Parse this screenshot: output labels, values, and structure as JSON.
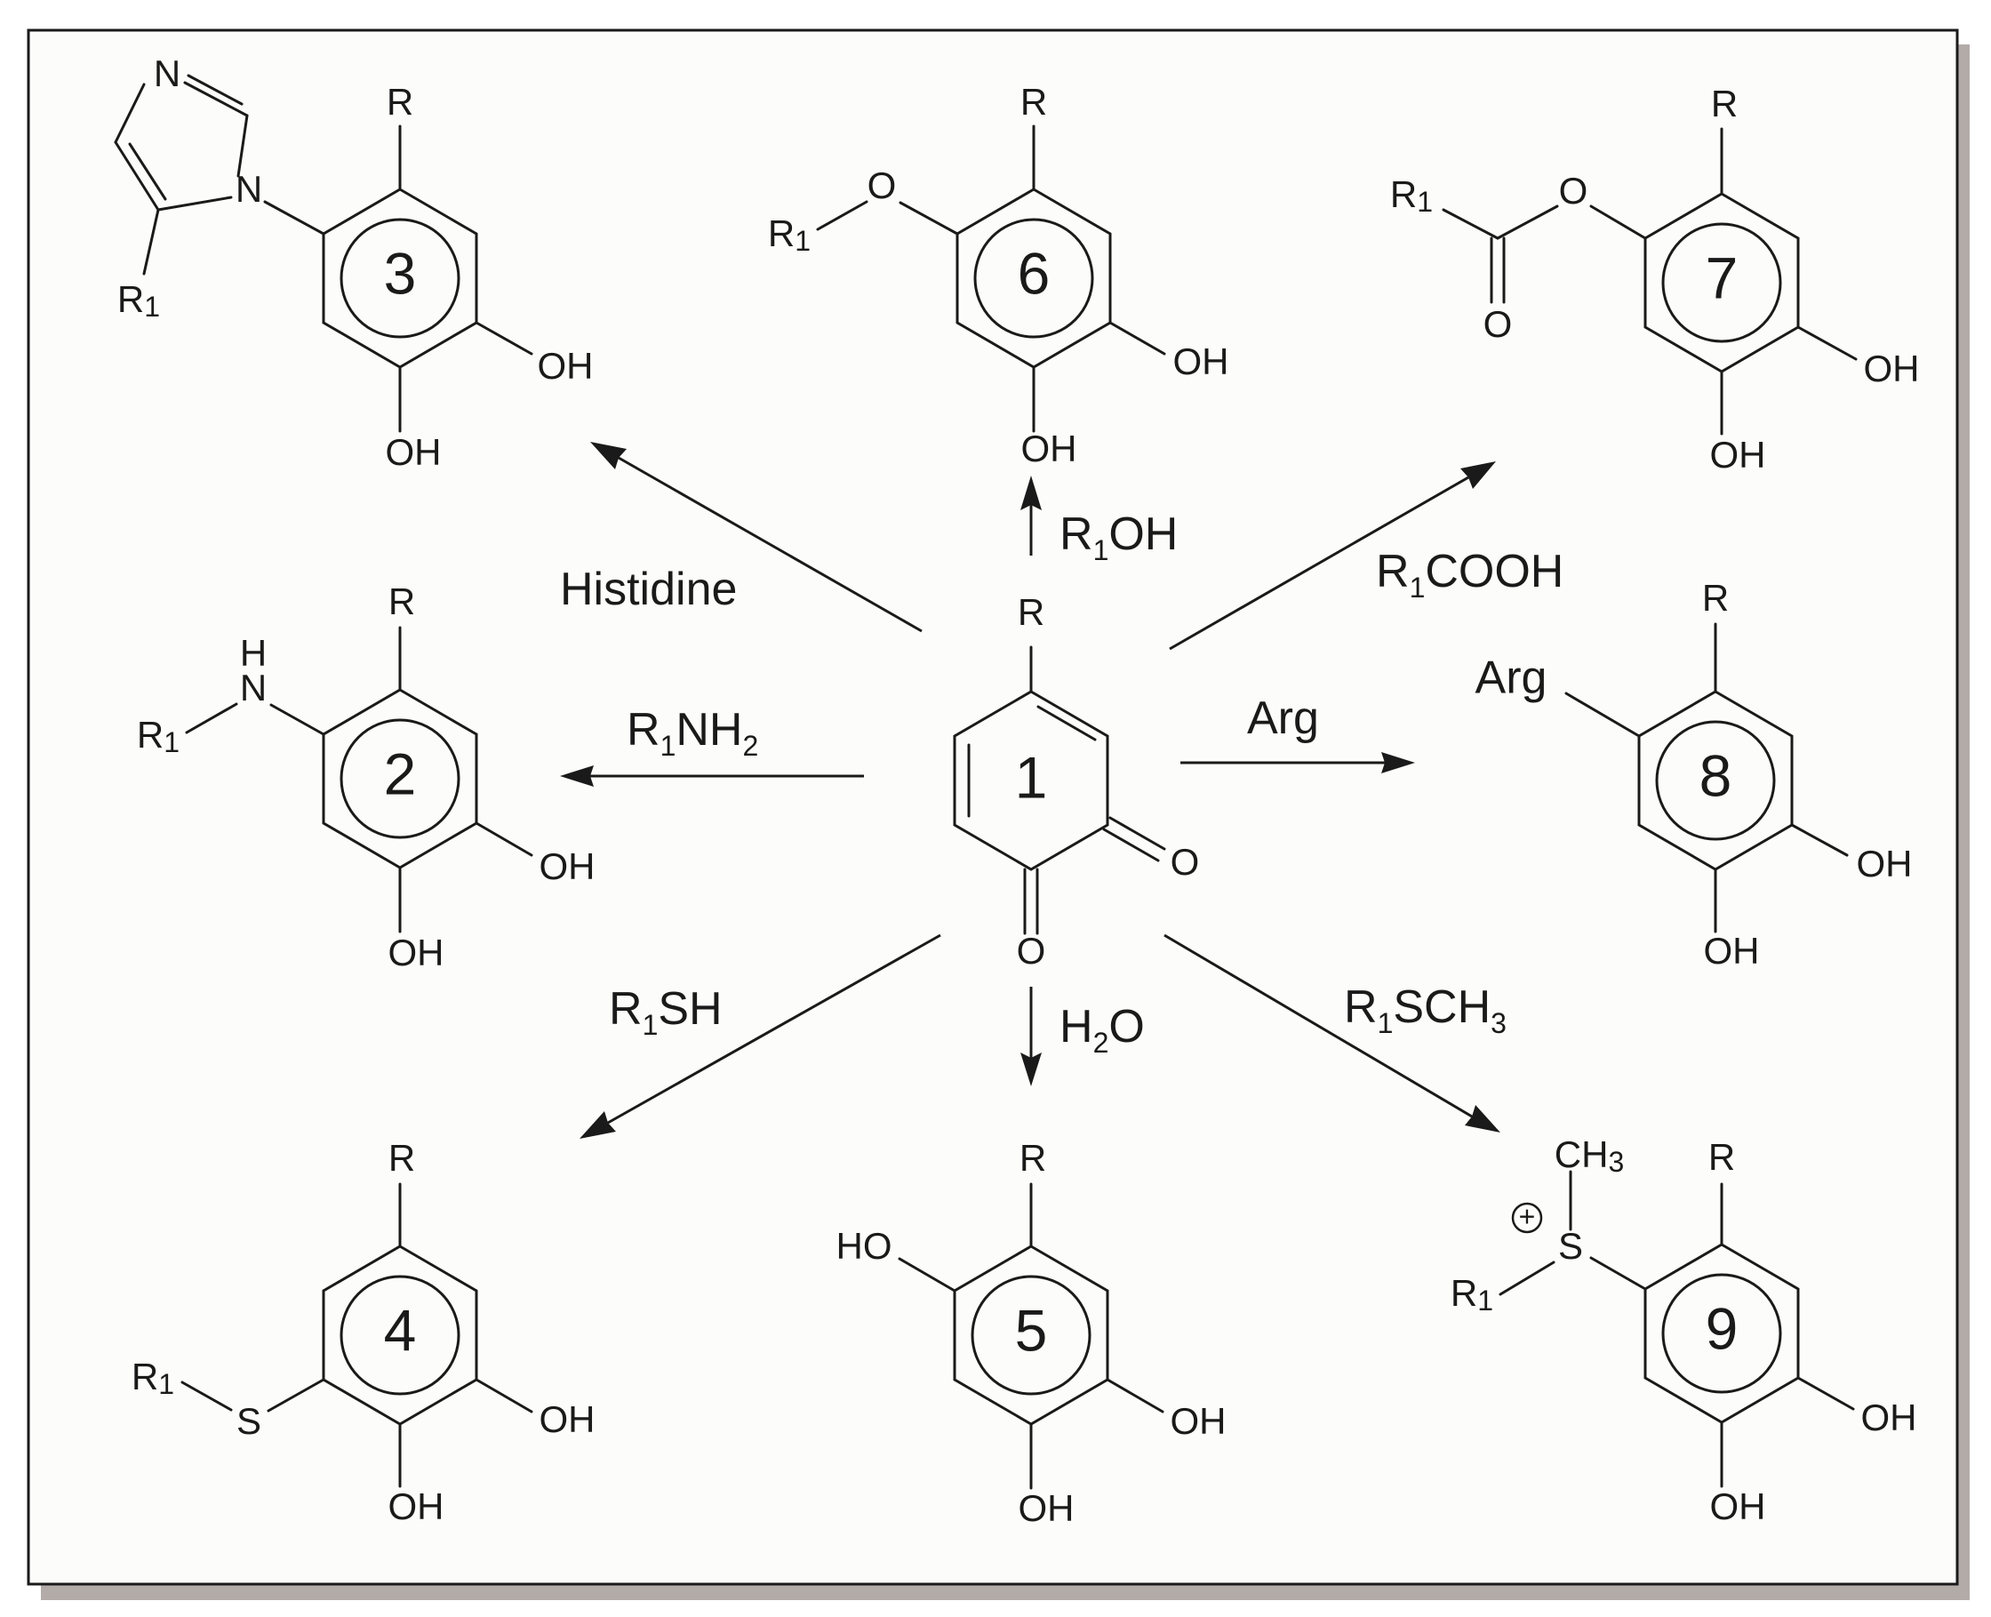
{
  "center": {
    "number": "1",
    "substituent": "R",
    "oxo_left": "O",
    "oxo_right": "O"
  },
  "products": [
    {
      "number": "2",
      "reagent": [
        "R",
        "1",
        "NH",
        "2",
        ""
      ],
      "labels": {
        "r": "R",
        "r1": "R",
        "r1_sub": "1",
        "amine_h": "H",
        "amine_n": "N",
        "oh_a": "OH",
        "oh_b": "OH"
      }
    },
    {
      "number": "3",
      "reagent": [
        "Histidine"
      ],
      "labels": {
        "r": "R",
        "r1": "R",
        "r1_sub": "1",
        "n_top": "N",
        "n_ring": "N",
        "oh_a": "OH",
        "oh_b": "OH"
      }
    },
    {
      "number": "4",
      "reagent": [
        "R",
        "1",
        "SH"
      ],
      "labels": {
        "r": "R",
        "r1": "R",
        "r1_sub": "1",
        "s": "S",
        "oh_a": "OH",
        "oh_b": "OH"
      }
    },
    {
      "number": "5",
      "reagent": [
        "H",
        "2",
        "O"
      ],
      "labels": {
        "r": "R",
        "ho": "HO",
        "oh_a": "OH",
        "oh_b": "OH"
      }
    },
    {
      "number": "6",
      "reagent": [
        "R",
        "1",
        "OH"
      ],
      "labels": {
        "r": "R",
        "r1": "R",
        "r1_sub": "1",
        "o": "O",
        "oh_a": "OH",
        "oh_b": "OH"
      }
    },
    {
      "number": "7",
      "reagent": [
        "R",
        "1",
        "COOH"
      ],
      "labels": {
        "r": "R",
        "r1": "R",
        "r1_sub": "1",
        "o_ester": "O",
        "o_carbonyl": "O",
        "oh_a": "OH",
        "oh_b": "OH"
      }
    },
    {
      "number": "8",
      "reagent": [
        "Arg"
      ],
      "labels": {
        "r": "R",
        "arg": "Arg",
        "oh_a": "OH",
        "oh_b": "OH"
      }
    },
    {
      "number": "9",
      "reagent": [
        "R",
        "1",
        "SCH",
        "3",
        ""
      ],
      "labels": {
        "r": "R",
        "r1": "R",
        "r1_sub": "1",
        "s": "S",
        "ch": "CH",
        "ch_sub": "3",
        "plus": "+",
        "oh_a": "OH",
        "oh_b": "OH"
      }
    }
  ]
}
